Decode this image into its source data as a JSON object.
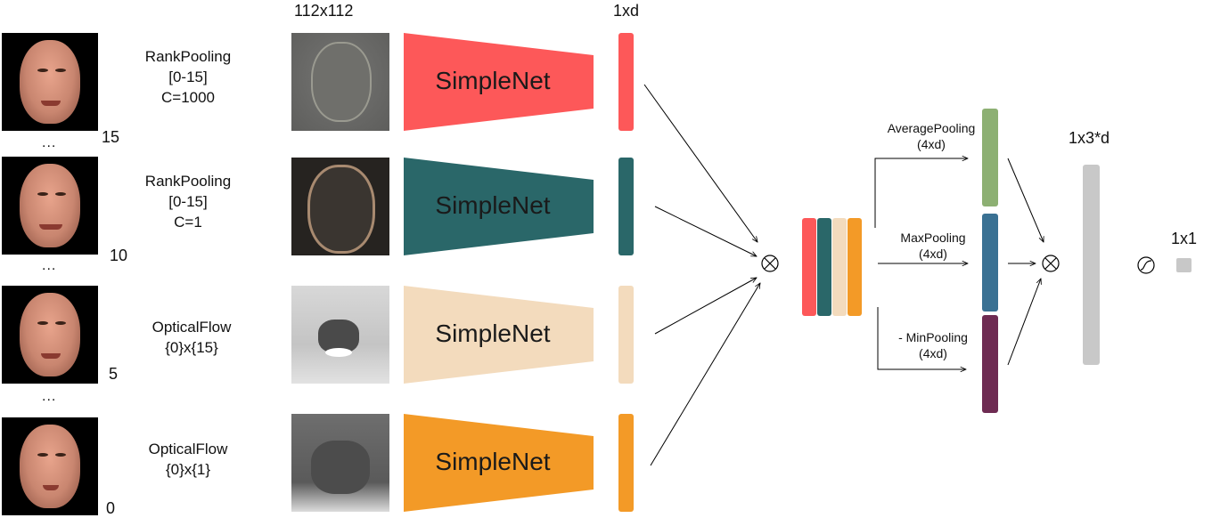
{
  "headers": {
    "image_size": "112x112",
    "feature_size": "1xd",
    "concat_size": "1x3*d",
    "output_size": "1x1"
  },
  "rows": [
    {
      "frame_index": "15",
      "method": [
        "RankPooling",
        "[0-15]",
        "C=1000"
      ],
      "net_label": "SimpleNet",
      "color": "#fd5859"
    },
    {
      "frame_index": "10",
      "method": [
        "RankPooling",
        "[0-15]",
        "C=1"
      ],
      "net_label": "SimpleNet",
      "color": "#2a6769"
    },
    {
      "frame_index": "5",
      "method": [
        "OpticalFlow",
        "{0}x{15}"
      ],
      "net_label": "SimpleNet",
      "color": "#f3dbbd"
    },
    {
      "frame_index": "0",
      "method": [
        "OpticalFlow",
        "{0}x{1}"
      ],
      "net_label": "SimpleNet",
      "color": "#f39a27"
    }
  ],
  "dots": [
    "...",
    "...",
    "..."
  ],
  "concat_colors": [
    "#fd5859",
    "#2a6769",
    "#f3dbbd",
    "#f39a27"
  ],
  "pooling": [
    {
      "label": "AveragePooling",
      "dims": "(4xd)",
      "color": "#8db073"
    },
    {
      "label": "MaxPooling",
      "dims": "(4xd)",
      "color": "#3a7193"
    },
    {
      "label": "- MinPooling",
      "dims": "(4xd)",
      "color": "#6e2b52"
    }
  ],
  "concat_bar_color": "#c8c8c8",
  "output_color": "#c8c8c8",
  "icons": {
    "fusion": "circled-times-icon",
    "activation": "sigmoid-icon"
  }
}
